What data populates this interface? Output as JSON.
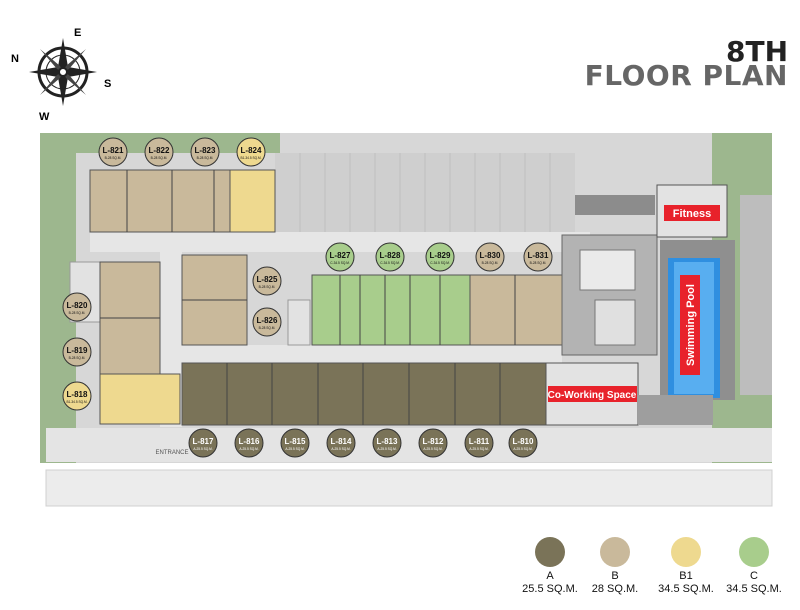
{
  "header": {
    "line1": "8TH",
    "line2": "FLOOR PLAN"
  },
  "compass": {
    "n": "N",
    "e": "E",
    "s": "S",
    "w": "W"
  },
  "entrance_label": "ENTRANCE",
  "amenities": {
    "fitness": "Fitness",
    "pool": "Swimming Pool",
    "coworking": "Co-Working Space"
  },
  "units": [
    {
      "id": "L-821",
      "area": "B-28 SQ.M.",
      "type": "B"
    },
    {
      "id": "L-822",
      "area": "B-28 SQ.M.",
      "type": "B"
    },
    {
      "id": "L-823",
      "area": "B-28 SQ.M.",
      "type": "B"
    },
    {
      "id": "L-824",
      "area": "B1-34.5 SQ.M.",
      "type": "B1"
    },
    {
      "id": "L-825",
      "area": "B-28 SQ.M.",
      "type": "B"
    },
    {
      "id": "L-826",
      "area": "B-28 SQ.M.",
      "type": "B"
    },
    {
      "id": "L-827",
      "area": "C-34.5 SQ.M.",
      "type": "C"
    },
    {
      "id": "L-828",
      "area": "C-34.5 SQ.M.",
      "type": "C"
    },
    {
      "id": "L-829",
      "area": "C-34.5 SQ.M.",
      "type": "C"
    },
    {
      "id": "L-830",
      "area": "B-28 SQ.M.",
      "type": "B"
    },
    {
      "id": "L-831",
      "area": "B-28 SQ.M.",
      "type": "B"
    },
    {
      "id": "L-820",
      "area": "B-28 SQ.M.",
      "type": "B"
    },
    {
      "id": "L-819",
      "area": "B-28 SQ.M.",
      "type": "B"
    },
    {
      "id": "L-818",
      "area": "B1-34.5 SQ.M.",
      "type": "B1"
    },
    {
      "id": "L-817",
      "area": "A-25.5 SQ.M.",
      "type": "A"
    },
    {
      "id": "L-816",
      "area": "A-25.5 SQ.M.",
      "type": "A"
    },
    {
      "id": "L-815",
      "area": "A-25.5 SQ.M.",
      "type": "A"
    },
    {
      "id": "L-814",
      "area": "A-25.5 SQ.M.",
      "type": "A"
    },
    {
      "id": "L-813",
      "area": "A-25.5 SQ.M.",
      "type": "A"
    },
    {
      "id": "L-812",
      "area": "A-25.5 SQ.M.",
      "type": "A"
    },
    {
      "id": "L-811",
      "area": "A-25.5 SQ.M.",
      "type": "A"
    },
    {
      "id": "L-810",
      "area": "A-25.5 SQ.M.",
      "type": "A"
    }
  ],
  "legend": [
    {
      "type": "A",
      "size": "25.5 SQ.M.",
      "color": "#7a7358"
    },
    {
      "type": "B",
      "size": "28 SQ.M.",
      "color": "#c9b99b"
    },
    {
      "type": "B1",
      "size": "34.5 SQ.M.",
      "color": "#eed98f"
    },
    {
      "type": "C",
      "size": "34.5 SQ.M.",
      "color": "#a8cd8c"
    }
  ]
}
